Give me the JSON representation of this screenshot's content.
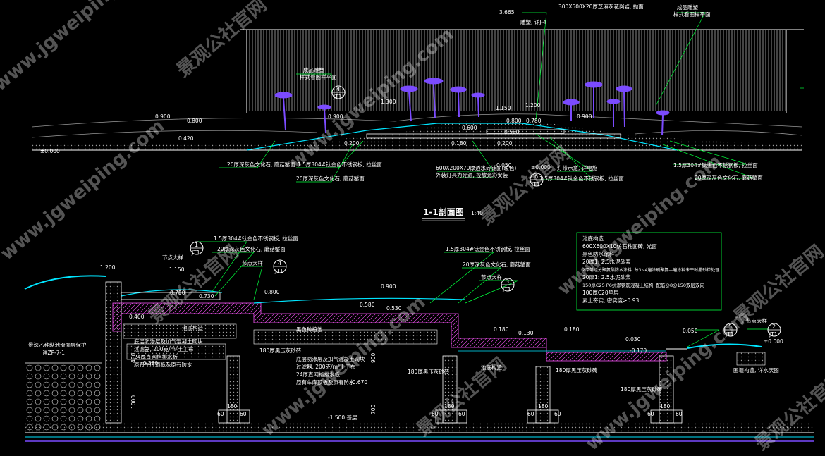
{
  "colors": {
    "background": "#000000",
    "linework": "#ffffff",
    "leader": "#00ff3c",
    "water": "#00e5ff",
    "lamp": "#7b4bff",
    "concrete": "#ff55ff",
    "grid": "#dcdcdc",
    "watermark": "#ffffff"
  },
  "elevation_view": {
    "labels": [
      "3.665",
      "雕塑, 详J-4",
      "300X500X20厚芝麻灰花岗岩, 抛面",
      "成品雕塑",
      "样式看图样平面",
      "成品雕塑",
      "样式看图样平面",
      "1.300",
      "1.150",
      "1.200",
      "0.900",
      "0.900",
      "0.800",
      "0.780",
      "0.600",
      "0.580",
      "0.900",
      "0.800",
      "0.420",
      "0.200",
      "0.180",
      "0.200",
      "0.050",
      "±0.000",
      "±0.000",
      "20厚深灰色文化石, 蘑菇錾面",
      "1.5厚304#钛金色不锈钢板, 拉丝面",
      "20厚深灰色文化石, 蘑菇錾面",
      "600X200X70厚透水砖铺面(暖色)",
      "外装灯具为光源, 投放光彩安装",
      "灯带示意, 详电施",
      "1.5厚304#钛金色不锈钢板, 拉丝面",
      "1.5厚304#钛金色不锈钢板, 拉丝面",
      "20厚深灰色文化石, 蘑菇錾面"
    ],
    "callouts": [
      {
        "num": "4",
        "sheet": "JT1"
      },
      {
        "num": "6",
        "sheet": "JT1"
      }
    ]
  },
  "section_title": {
    "text": "1-1剖面图",
    "scale": "1:40"
  },
  "section_view": {
    "labels": [
      "1.5厚304#钛金色不锈钢板, 拉丝面",
      "20厚深灰色文化石, 蘑菇錾面",
      "节点大样",
      "1.5厚304#钛金色不锈钢板, 拉丝面",
      "20厚深灰色文化石, 蘑菇錾面",
      "节点大样",
      "1.200",
      "1.150",
      "0.780",
      "0.730",
      "0.800",
      "0.900",
      "0.580",
      "0.530",
      "0.400",
      "0.180",
      "0.130",
      "0.180",
      "0.050",
      "0.030",
      "±0.000",
      "-0.170",
      "-0.370",
      "-0.670",
      "-1.500 基层",
      "池底构造",
      "底层防渗层及加气混凝土砌块",
      "过滤器, 200克/m²土工布",
      "24厚直网格排水板",
      "原有车库顶板及原有防水",
      "黑色种植池",
      "景深乙种纵池滑面层保护",
      "详ZP-7-1",
      "底层防渗层及加气混凝土砌块",
      "过滤器, 200克/m²土工布",
      "24厚直网格排水板",
      "原有车库顶板及原有防水",
      "180厚黑压灰砂砖",
      "180厚黑压灰砂砖",
      "池底构造",
      "180厚黑压灰砂砖",
      "180厚黑压灰砂砖",
      "节点大样",
      "节点大样",
      "围堰构造, 详水庆图"
    ],
    "dims": [
      "480",
      "1000",
      "900",
      "700",
      "60",
      "180",
      "60",
      "60",
      "180",
      "60",
      "60",
      "180",
      "60",
      "60",
      "180",
      "60"
    ],
    "callouts": [
      {
        "num": "1",
        "sheet": "JT1"
      },
      {
        "num": "4",
        "sheet": "JT1"
      },
      {
        "num": "3",
        "sheet": "JT1"
      },
      {
        "num": "5",
        "sheet": "JT1"
      },
      {
        "num": "2",
        "sheet": "JT1"
      }
    ],
    "spec_box": {
      "title": "池底构造",
      "lines": [
        "600X600X10仿石釉面砖, 光面",
        "黑色防水涂料",
        "20厚1: 2.5水泥砂浆",
        "2厚单组分聚氨酯防水涂料, 分3~4遍涂刷聚氨—遍涂料未干时撒砂粒处理",
        "20厚1: 2.5水泥砂浆",
        "150厚C25 P6抗渗钢筋混凝土结构, 配筋@8@150双层双向",
        "100厚C20垫层",
        "素土夯实, 密实度≥0.93"
      ]
    }
  },
  "watermark": {
    "texts": [
      "www.jgweiping.com",
      "景观公社官网",
      "www.jgweiping.com",
      "景观公社官网",
      "www.jgweiping.com",
      "景观公社官网",
      "www.jgweiping.com",
      "景观公社官网",
      "www.jgweiping.com",
      "景观公社官网",
      "www.jgweiping.com",
      "景观公社官网"
    ]
  }
}
